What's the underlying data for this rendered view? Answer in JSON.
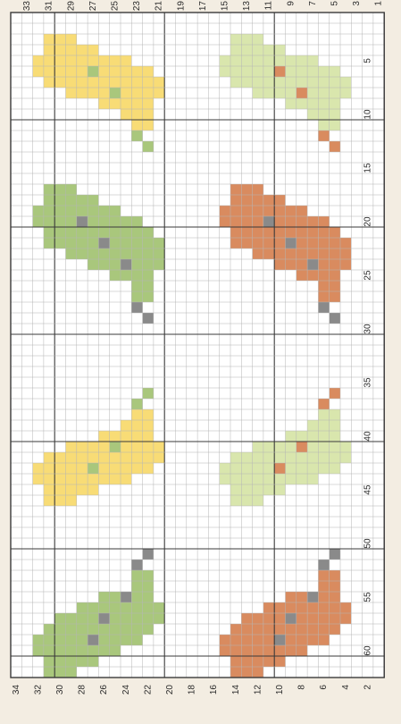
{
  "chart_data": {
    "type": "heatmap",
    "title": "",
    "columns": 34,
    "rows": 62,
    "column_labels": [
      "2",
      "4",
      "6",
      "8",
      "10",
      "12",
      "14",
      "16",
      "18",
      "20",
      "22",
      "24",
      "26",
      "28",
      "30",
      "32",
      "34"
    ],
    "column_labels_top": [
      "1",
      "3",
      "5",
      "7",
      "9",
      "11",
      "13",
      "15",
      "17",
      "19",
      "21",
      "23",
      "25",
      "27",
      "29",
      "31",
      "33"
    ],
    "row_labels": [
      "5",
      "10",
      "15",
      "20",
      "25",
      "30",
      "35",
      "40",
      "45",
      "50",
      "55",
      "60"
    ],
    "colors": {
      "Y": "#f8dc76",
      "G": "#a9c77c",
      "L": "#d9e6ad",
      "O": "#d98b5f",
      "D": "#8a8a8a",
      "bg": "#ffffff",
      "fine_grid": "#b4b4b4",
      "bold_grid": "#3a3a3a"
    },
    "motifs": [
      {
        "name": "leaf-yellow",
        "color": "Y",
        "vein": "G",
        "stem": "G",
        "tip": [
          30,
          3
        ],
        "stem_end": [
          22,
          13
        ]
      },
      {
        "name": "leaf-green",
        "color": "G",
        "vein": "D",
        "stem": "D",
        "tip": [
          30,
          17
        ],
        "stem_end": [
          22,
          29
        ]
      },
      {
        "name": "leaf-yellow",
        "color": "Y",
        "vein": "G",
        "stem": "G",
        "tip": [
          30,
          46
        ],
        "stem_end": [
          22,
          36
        ]
      },
      {
        "name": "leaf-green",
        "color": "G",
        "vein": "D",
        "stem": "D",
        "tip": [
          30,
          62
        ],
        "stem_end": [
          22,
          51
        ]
      },
      {
        "name": "leaf-light-green",
        "color": "L",
        "vein": "O",
        "stem": "O",
        "tip": [
          13,
          3
        ],
        "stem_end": [
          5,
          13
        ]
      },
      {
        "name": "leaf-orange",
        "color": "O",
        "vein": "D",
        "stem": "D",
        "tip": [
          13,
          17
        ],
        "stem_end": [
          5,
          29
        ]
      },
      {
        "name": "leaf-light-green",
        "color": "L",
        "vein": "O",
        "stem": "O",
        "tip": [
          13,
          46
        ],
        "stem_end": [
          5,
          36
        ]
      },
      {
        "name": "leaf-orange",
        "color": "O",
        "vein": "D",
        "stem": "D",
        "tip": [
          13,
          62
        ],
        "stem_end": [
          5,
          51
        ]
      }
    ]
  }
}
